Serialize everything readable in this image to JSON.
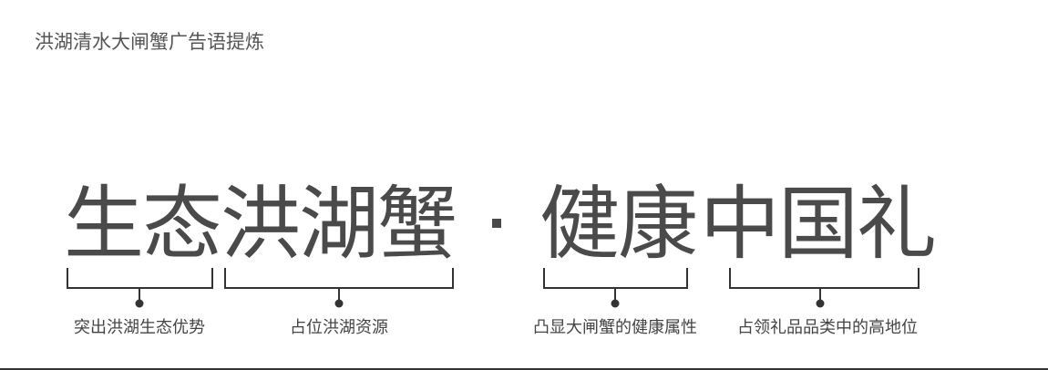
{
  "page": {
    "title": "洪湖清水大闸蟹广告语提炼"
  },
  "slogan": {
    "part_1": "生态",
    "part_2": "洪湖蟹",
    "part_3": "健康",
    "part_4": "中国礼"
  },
  "captions": {
    "eco": "突出洪湖生态优势",
    "source": "占位洪湖资源",
    "health": "凸显大闸蟹的健康属性",
    "gift": "占领礼品品类中的高地位"
  },
  "colors": {
    "text": "#4a4a4a",
    "bracket": "#333333",
    "background": "#ffffff"
  }
}
